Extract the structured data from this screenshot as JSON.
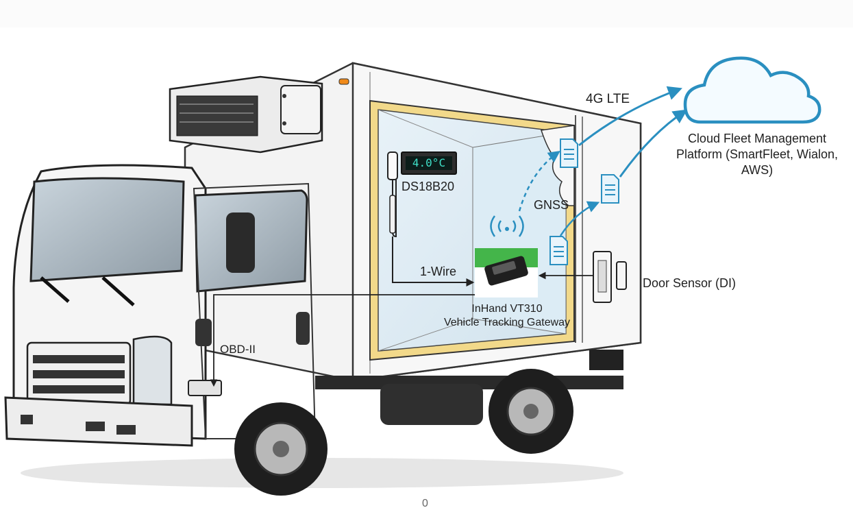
{
  "cloud": {
    "label_lines": [
      "Cloud Fleet Management",
      "Platform (SmartFleet, Wialon,",
      "AWS)"
    ],
    "color": "#2a8fc0"
  },
  "links": {
    "lte": "4G LTE",
    "gnss": "GNSS",
    "one_wire": "1-Wire",
    "obd": "OBD-II",
    "door": "Door Sensor (DI)"
  },
  "sensor": {
    "name": "DS18B20",
    "reading": "4.0°C"
  },
  "gateway": {
    "name": "InHand VT310",
    "subtitle": "Vehicle Tracking Gateway",
    "accent": "#44b54a"
  },
  "footer_mark": "0"
}
